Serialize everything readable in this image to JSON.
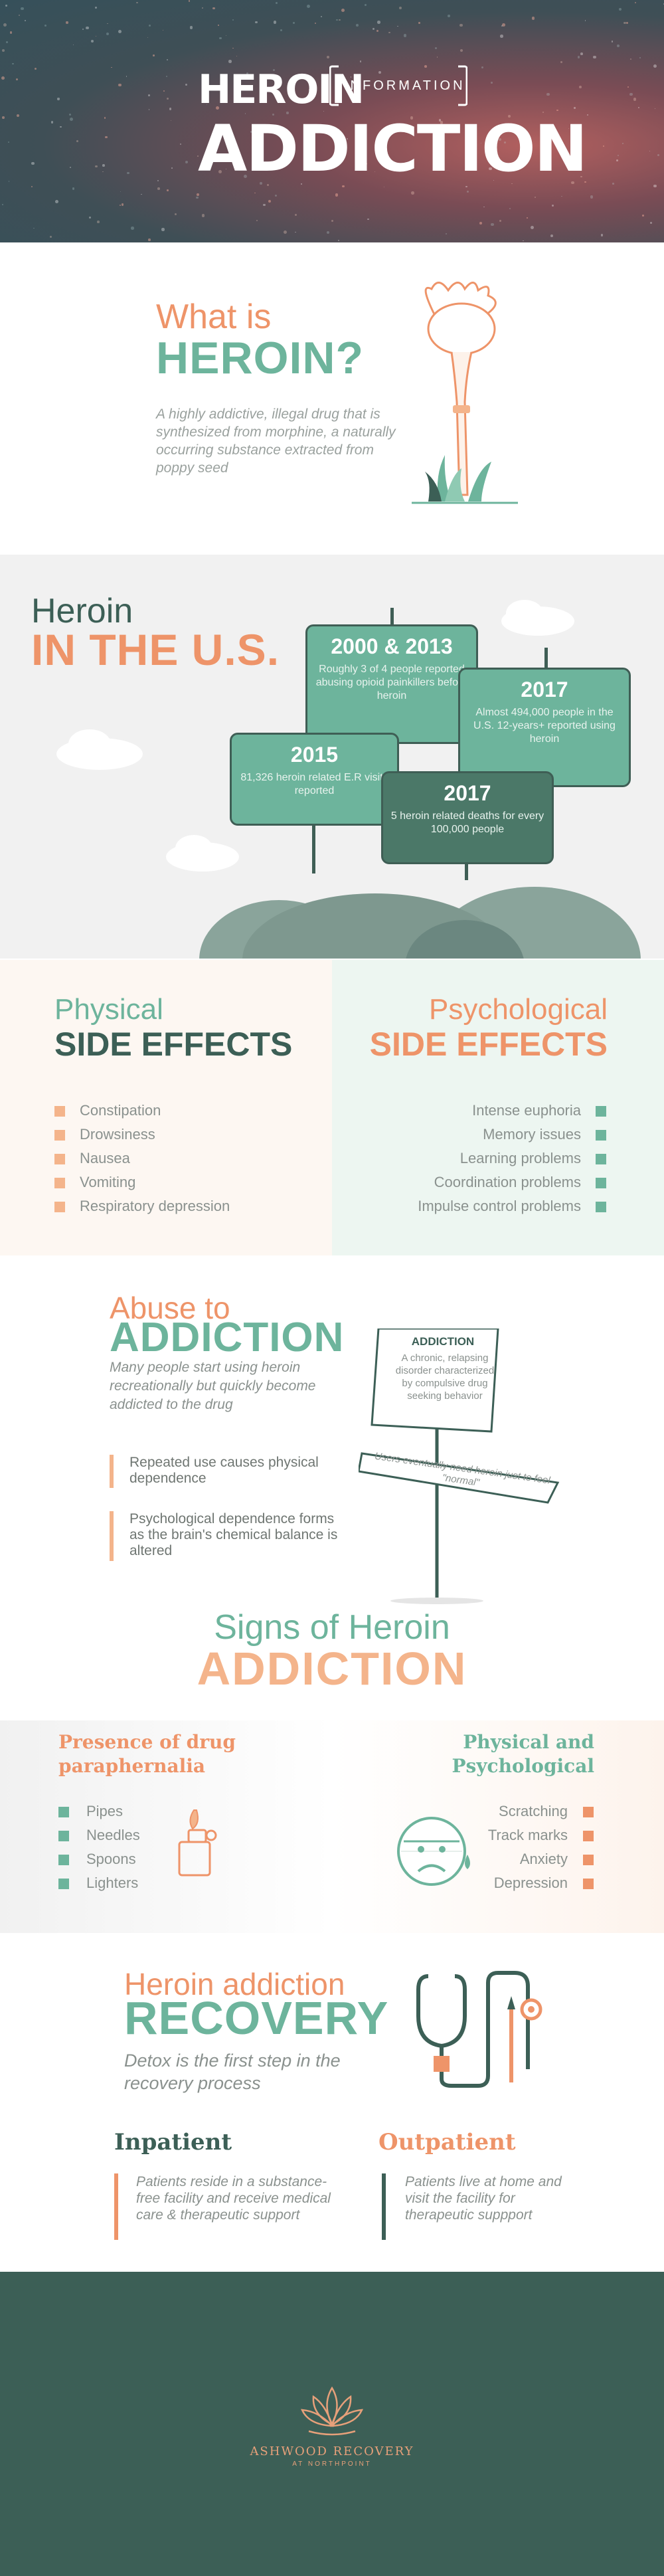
{
  "header": {
    "title_top": "HEROIN",
    "title_tag": "INFORMATION",
    "title_bottom": "ADDICTION"
  },
  "what_is": {
    "title_line1": "What is",
    "title_line2": "HEROIN?",
    "description": "A highly addictive, illegal drug that is synthesized from morphine, a naturally occurring substance extracted from poppy seed"
  },
  "in_the_us": {
    "title_line1": "Heroin",
    "title_line2": "IN THE U.S.",
    "signs": [
      {
        "year": "2000 & 2013",
        "text": "Roughly 3 of 4 people reported abusing opioid painkillers before heroin"
      },
      {
        "year": "2017",
        "text": "Almost 494,000 people in the U.S. 12-years+ reported using heroin"
      },
      {
        "year": "2015",
        "text": "81,326 heroin related E.R visits reported"
      },
      {
        "year": "2017",
        "text": "5 heroin related deaths for every 100,000 people"
      }
    ]
  },
  "side_effects": {
    "physical": {
      "title_line1": "Physical",
      "title_line2": "SIDE EFFECTS",
      "items": [
        "Constipation",
        "Drowsiness",
        "Nausea",
        "Vomiting",
        "Respiratory depression"
      ]
    },
    "psychological": {
      "title_line1": "Psychological",
      "title_line2": "SIDE EFFECTS",
      "items": [
        "Intense euphoria",
        "Memory issues",
        "Learning problems",
        "Coordination problems",
        "Impulse control problems"
      ]
    }
  },
  "abuse": {
    "title_line1": "Abuse to",
    "title_line2": "ADDICTION",
    "description": "Many people start using heroin recreationally but quickly become addicted to the drug",
    "points": [
      "Repeated use causes physical dependence",
      "Psychological dependence forms as the brain's chemical balance is altered"
    ],
    "sign_title": "ADDICTION",
    "sign_text": "A chronic, relapsing disorder characterized by compulsive drug seeking behavior",
    "sign_note": "Users eventually need heroin just to feel \"normal\""
  },
  "signs_of": {
    "title_line1": "Signs of Heroin",
    "title_line2": "ADDICTION",
    "paraphernalia": {
      "title": "Presence of drug paraphernalia",
      "items": [
        "Pipes",
        "Needles",
        "Spoons",
        "Lighters"
      ]
    },
    "physical_psych": {
      "title": "Physical and Psychological",
      "items": [
        "Scratching",
        "Track marks",
        "Anxiety",
        "Depression"
      ]
    }
  },
  "recovery": {
    "title_line1": "Heroin addiction",
    "title_line2": "RECOVERY",
    "description": "Detox is the first step in the recovery process",
    "inpatient": {
      "title": "Inpatient",
      "text": "Patients reside in a substance-free facility and receive medical care & therapeutic support"
    },
    "outpatient": {
      "title": "Outpatient",
      "text": "Patients live at home and visit the facility for therapeutic suppport"
    }
  },
  "footer": {
    "brand": "ASHWOOD RECOVERY",
    "sub": "AT NORTHPOINT"
  },
  "colors": {
    "teal": "#6db49c",
    "dark_green": "#3c5f56",
    "orange": "#ee9469",
    "light_orange": "#f4b48b"
  }
}
